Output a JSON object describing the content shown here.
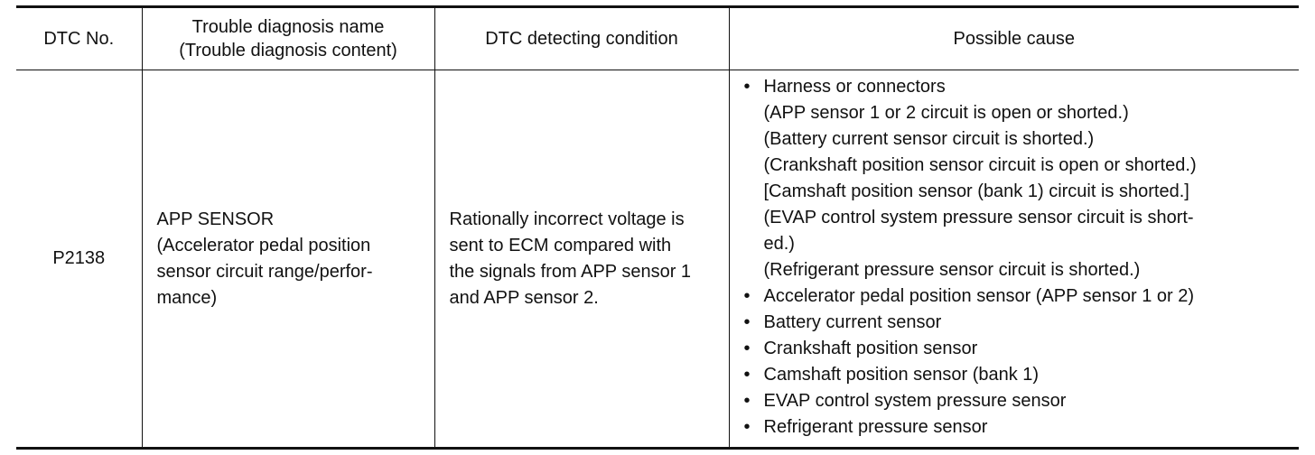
{
  "table": {
    "headers": {
      "dtc_no": "DTC No.",
      "name_line1": "Trouble diagnosis name",
      "name_line2": "(Trouble diagnosis content)",
      "condition": "DTC detecting condition",
      "cause": "Possible cause"
    },
    "row": {
      "dtc": "P2138",
      "name_lines": [
        "APP SENSOR",
        "(Accelerator pedal position",
        "sensor circuit range/perfor-",
        "mance)"
      ],
      "condition_lines": [
        "Rationally incorrect voltage is",
        "sent to ECM compared with",
        "the signals from APP sensor 1",
        "and APP sensor 2."
      ],
      "causes": [
        {
          "bullet": "•",
          "label": "Harness or connectors",
          "details": [
            "(APP sensor 1 or 2 circuit is open or shorted.)",
            "(Battery current sensor circuit is shorted.)",
            "(Crankshaft position sensor circuit is open or shorted.)",
            "[Camshaft position sensor (bank 1) circuit is shorted.]",
            "(EVAP control system pressure sensor circuit is short-",
            "ed.)",
            "(Refrigerant pressure sensor circuit is shorted.)"
          ]
        },
        {
          "bullet": "•",
          "label": "Accelerator pedal position sensor (APP sensor 1 or 2)",
          "details": []
        },
        {
          "bullet": "•",
          "label": "Battery current sensor",
          "details": []
        },
        {
          "bullet": "•",
          "label": "Crankshaft position sensor",
          "details": []
        },
        {
          "bullet": "•",
          "label": "Camshaft position sensor (bank 1)",
          "details": []
        },
        {
          "bullet": "•",
          "label": "EVAP control system pressure sensor",
          "details": []
        },
        {
          "bullet": "•",
          "label": "Refrigerant pressure sensor",
          "details": []
        }
      ]
    }
  }
}
